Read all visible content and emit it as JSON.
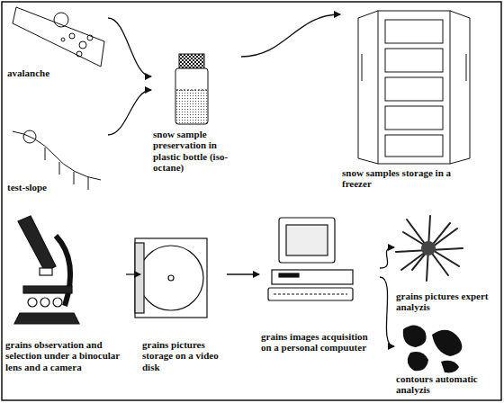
{
  "diagram": {
    "nodes": [
      {
        "text": [
          "avalanche"
        ]
      },
      {
        "text": [
          "test-slope"
        ]
      },
      {
        "text": [
          "snow sample preservation in plastic bottle (iso-octane)"
        ]
      },
      {
        "text": [
          "snow samples storage in a freezer"
        ]
      },
      {
        "text": [
          "grains observation and selection under a binocular lens and a camera"
        ]
      },
      {
        "text": [
          "grains pictures storage on a video disk"
        ]
      },
      {
        "text": [
          "grains images acquisition on a personal compuuter"
        ]
      },
      {
        "text": [
          "grains pictures expert analyzis"
        ]
      },
      {
        "text": [
          "contours automatic analyzis"
        ]
      }
    ],
    "edges": [
      {
        "from": 0,
        "to": 2,
        "arrow": "to"
      },
      {
        "from": 1,
        "to": 2,
        "arrow": "to"
      },
      {
        "from": 2,
        "to": 3,
        "arrow": "to"
      },
      {
        "from": 4,
        "to": 5,
        "arrow": "to"
      },
      {
        "from": 5,
        "to": 6,
        "arrow": "to"
      },
      {
        "from": 6,
        "to": 7,
        "arrow": "to"
      },
      {
        "from": 6,
        "to": 8,
        "arrow": "to"
      }
    ]
  }
}
